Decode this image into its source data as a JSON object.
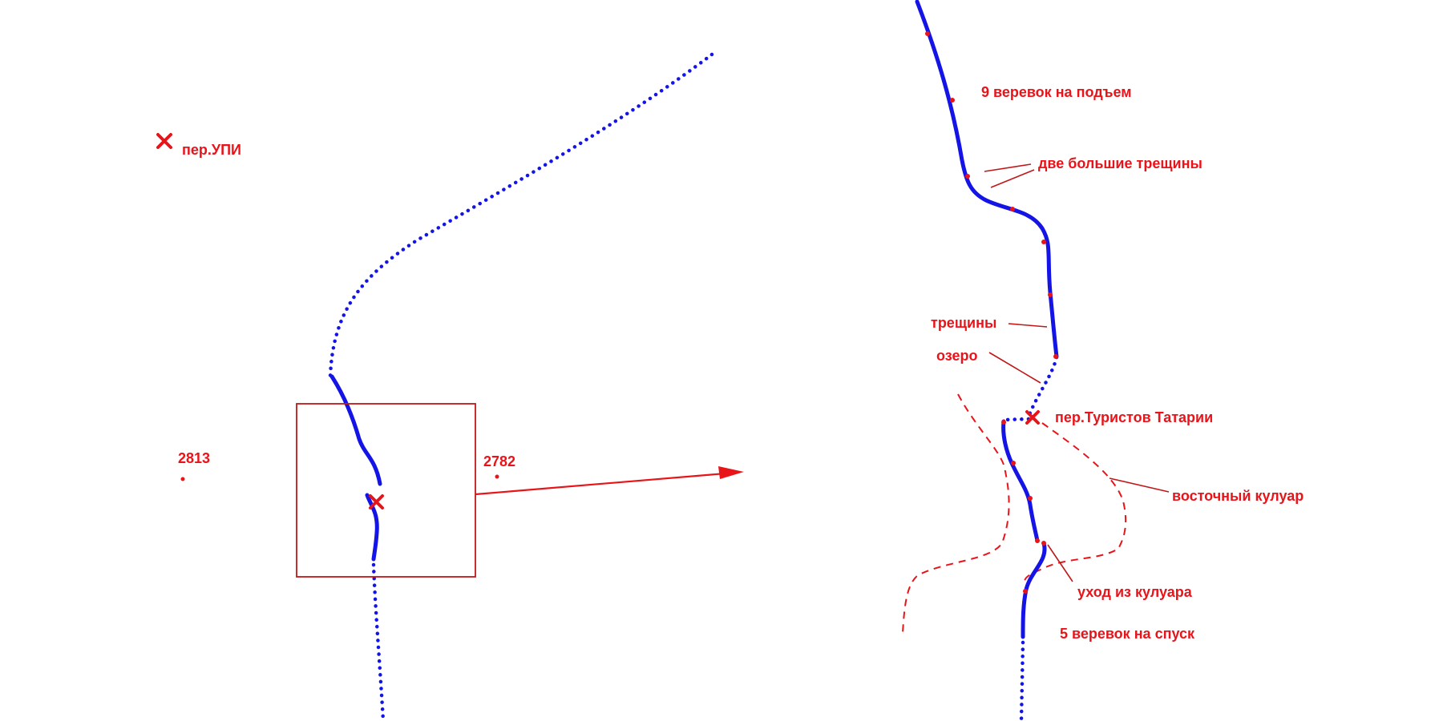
{
  "colors": {
    "route": "#1414e6",
    "annotation": "#e8141a",
    "box": "#c01818",
    "background": "#ffffff"
  },
  "overview": {
    "passes": {
      "upi": "пер.УПИ"
    },
    "heights": {
      "h2813": "2813",
      "h2782": "2782"
    }
  },
  "detail": {
    "labels": {
      "ropes_up": "9 веревок на подъем",
      "two_crevasses": "две большие трещины",
      "crevasses": "трещины",
      "lake": "озеро",
      "pass_tatarii": "пер.Туристов Татарии",
      "east_couloir": "восточный кулуар",
      "couloir_exit": "уход из кулуара",
      "ropes_down": "5 веревок на спуск"
    }
  },
  "icons": {
    "pass_marker": "cross-mark-icon",
    "height_marker": "dot-icon",
    "zoom_arrow": "arrow-right-icon"
  }
}
